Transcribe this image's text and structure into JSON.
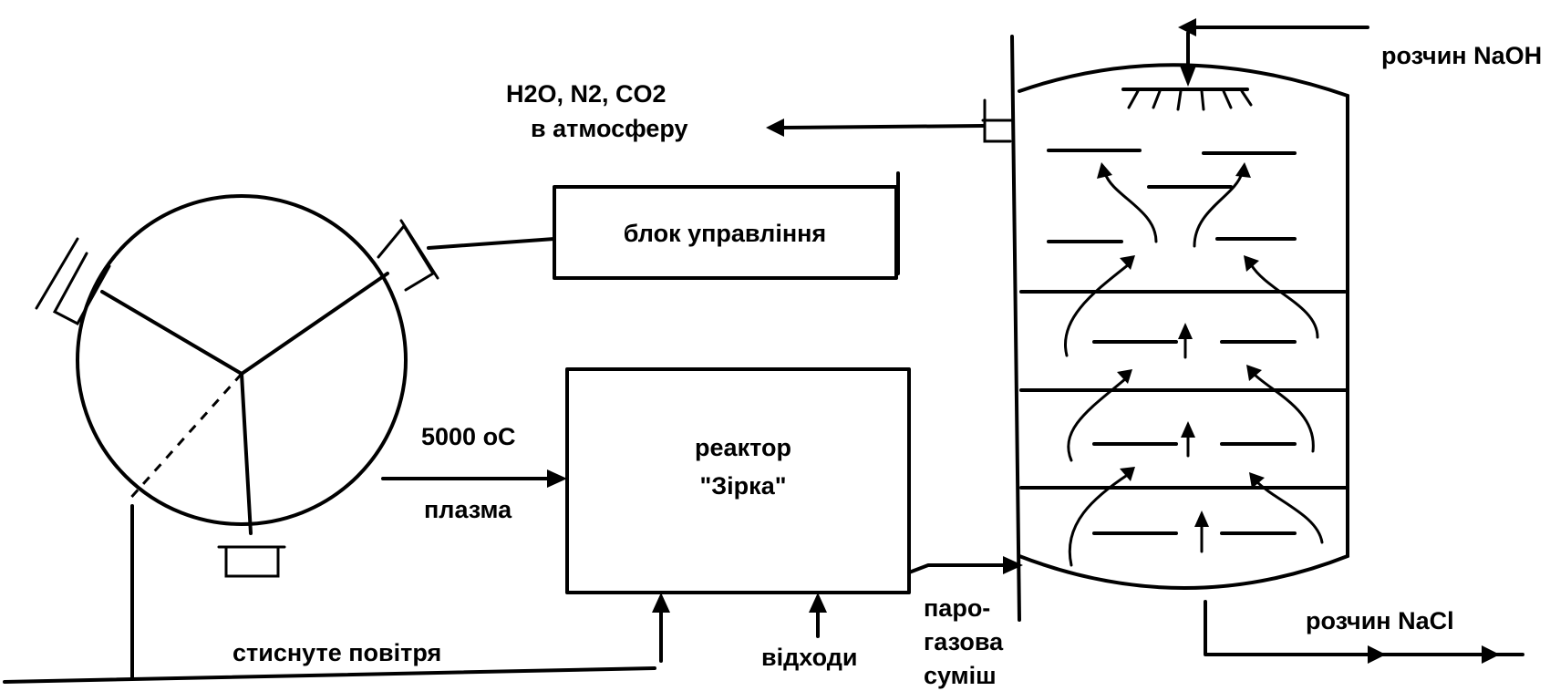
{
  "labels": {
    "naoh_solution": "розчин NaOH",
    "exhaust_gases": "Н2О, N2, CO2",
    "to_atmosphere": "в атмосферу",
    "control_unit": "блок управління",
    "temperature": "5000 оС",
    "plasma": "плазма",
    "reactor_line1": "реактор",
    "reactor_line2": "\"Зірка\"",
    "compressed_air": "стиснуте повітря",
    "waste": "відходи",
    "vapor_gas_line1": "паро-",
    "vapor_gas_line2": "газова",
    "vapor_gas_line3": "суміш",
    "nacl_solution": "розчин NaCl"
  }
}
